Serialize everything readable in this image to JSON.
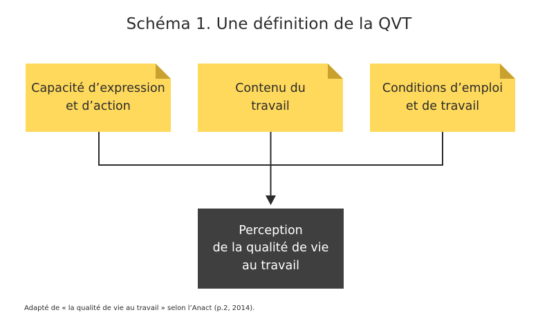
{
  "diagram": {
    "title": "Schéma 1. Une définition de la QVT",
    "inputs": [
      {
        "label": "Capacité d’expression\net d’action"
      },
      {
        "label": "Contenu du\ntravail"
      },
      {
        "label": "Conditions d’emploi\net de travail"
      }
    ],
    "output": {
      "label": "Perception\nde la qualité de vie\nau travail"
    },
    "source": "Adapté de « la qualité de vie au travail » selon l’Anact (p.2, 2014).",
    "colors": {
      "note_fill": "#ffd95c",
      "note_fold": "#c9a12f",
      "output_fill": "#3f3f3f",
      "connector": "#2b2b2b"
    }
  }
}
